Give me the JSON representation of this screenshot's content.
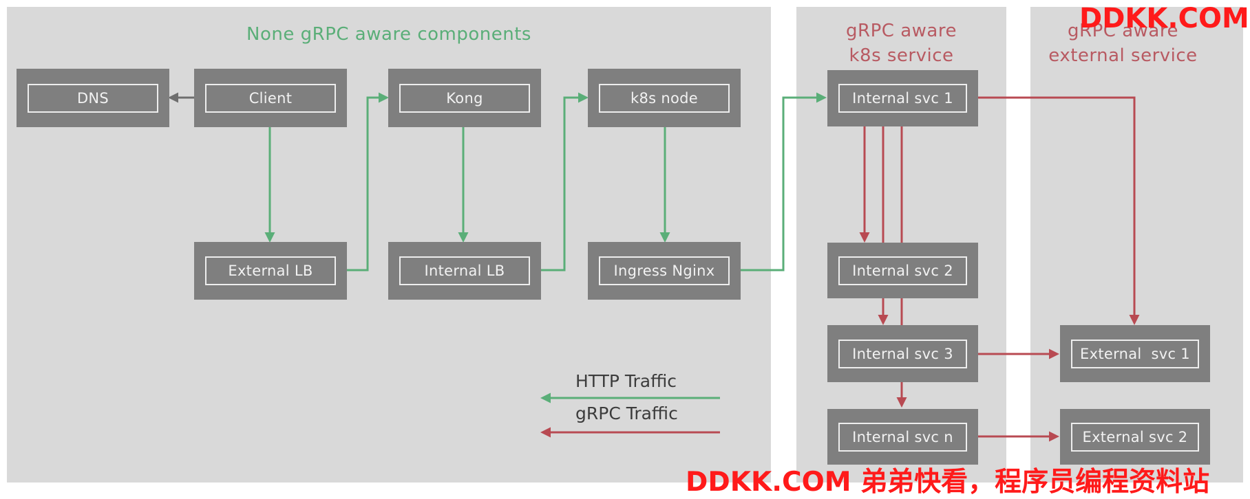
{
  "panels": {
    "left_title": "None gRPC aware components",
    "middle_title_line1": "gRPC aware",
    "middle_title_line2": "k8s service",
    "right_title_line1": "gRPC aware",
    "right_title_line2": "external service"
  },
  "nodes": {
    "dns": "DNS",
    "client": "Client",
    "kong": "Kong",
    "k8s_node": "k8s node",
    "external_lb": "External LB",
    "internal_lb": "Internal LB",
    "ingress_nginx": "Ingress Nginx",
    "internal_svc_1": "Internal svc 1",
    "internal_svc_2": "Internal svc 2",
    "internal_svc_3": "Internal svc 3",
    "internal_svc_n": "Internal svc n",
    "external_svc_1": "External  svc 1",
    "external_svc_2": "External svc 2"
  },
  "legend": {
    "http": "HTTP Traffic",
    "grpc": "gRPC Traffic"
  },
  "colors": {
    "http": "#5aae78",
    "grpc": "#b84a52",
    "dns_link": "#6e6e6e"
  },
  "watermark": {
    "top": "DDKK.COM",
    "bottom": "DDKK.COM 弟弟快看，程序员编程资料站"
  }
}
